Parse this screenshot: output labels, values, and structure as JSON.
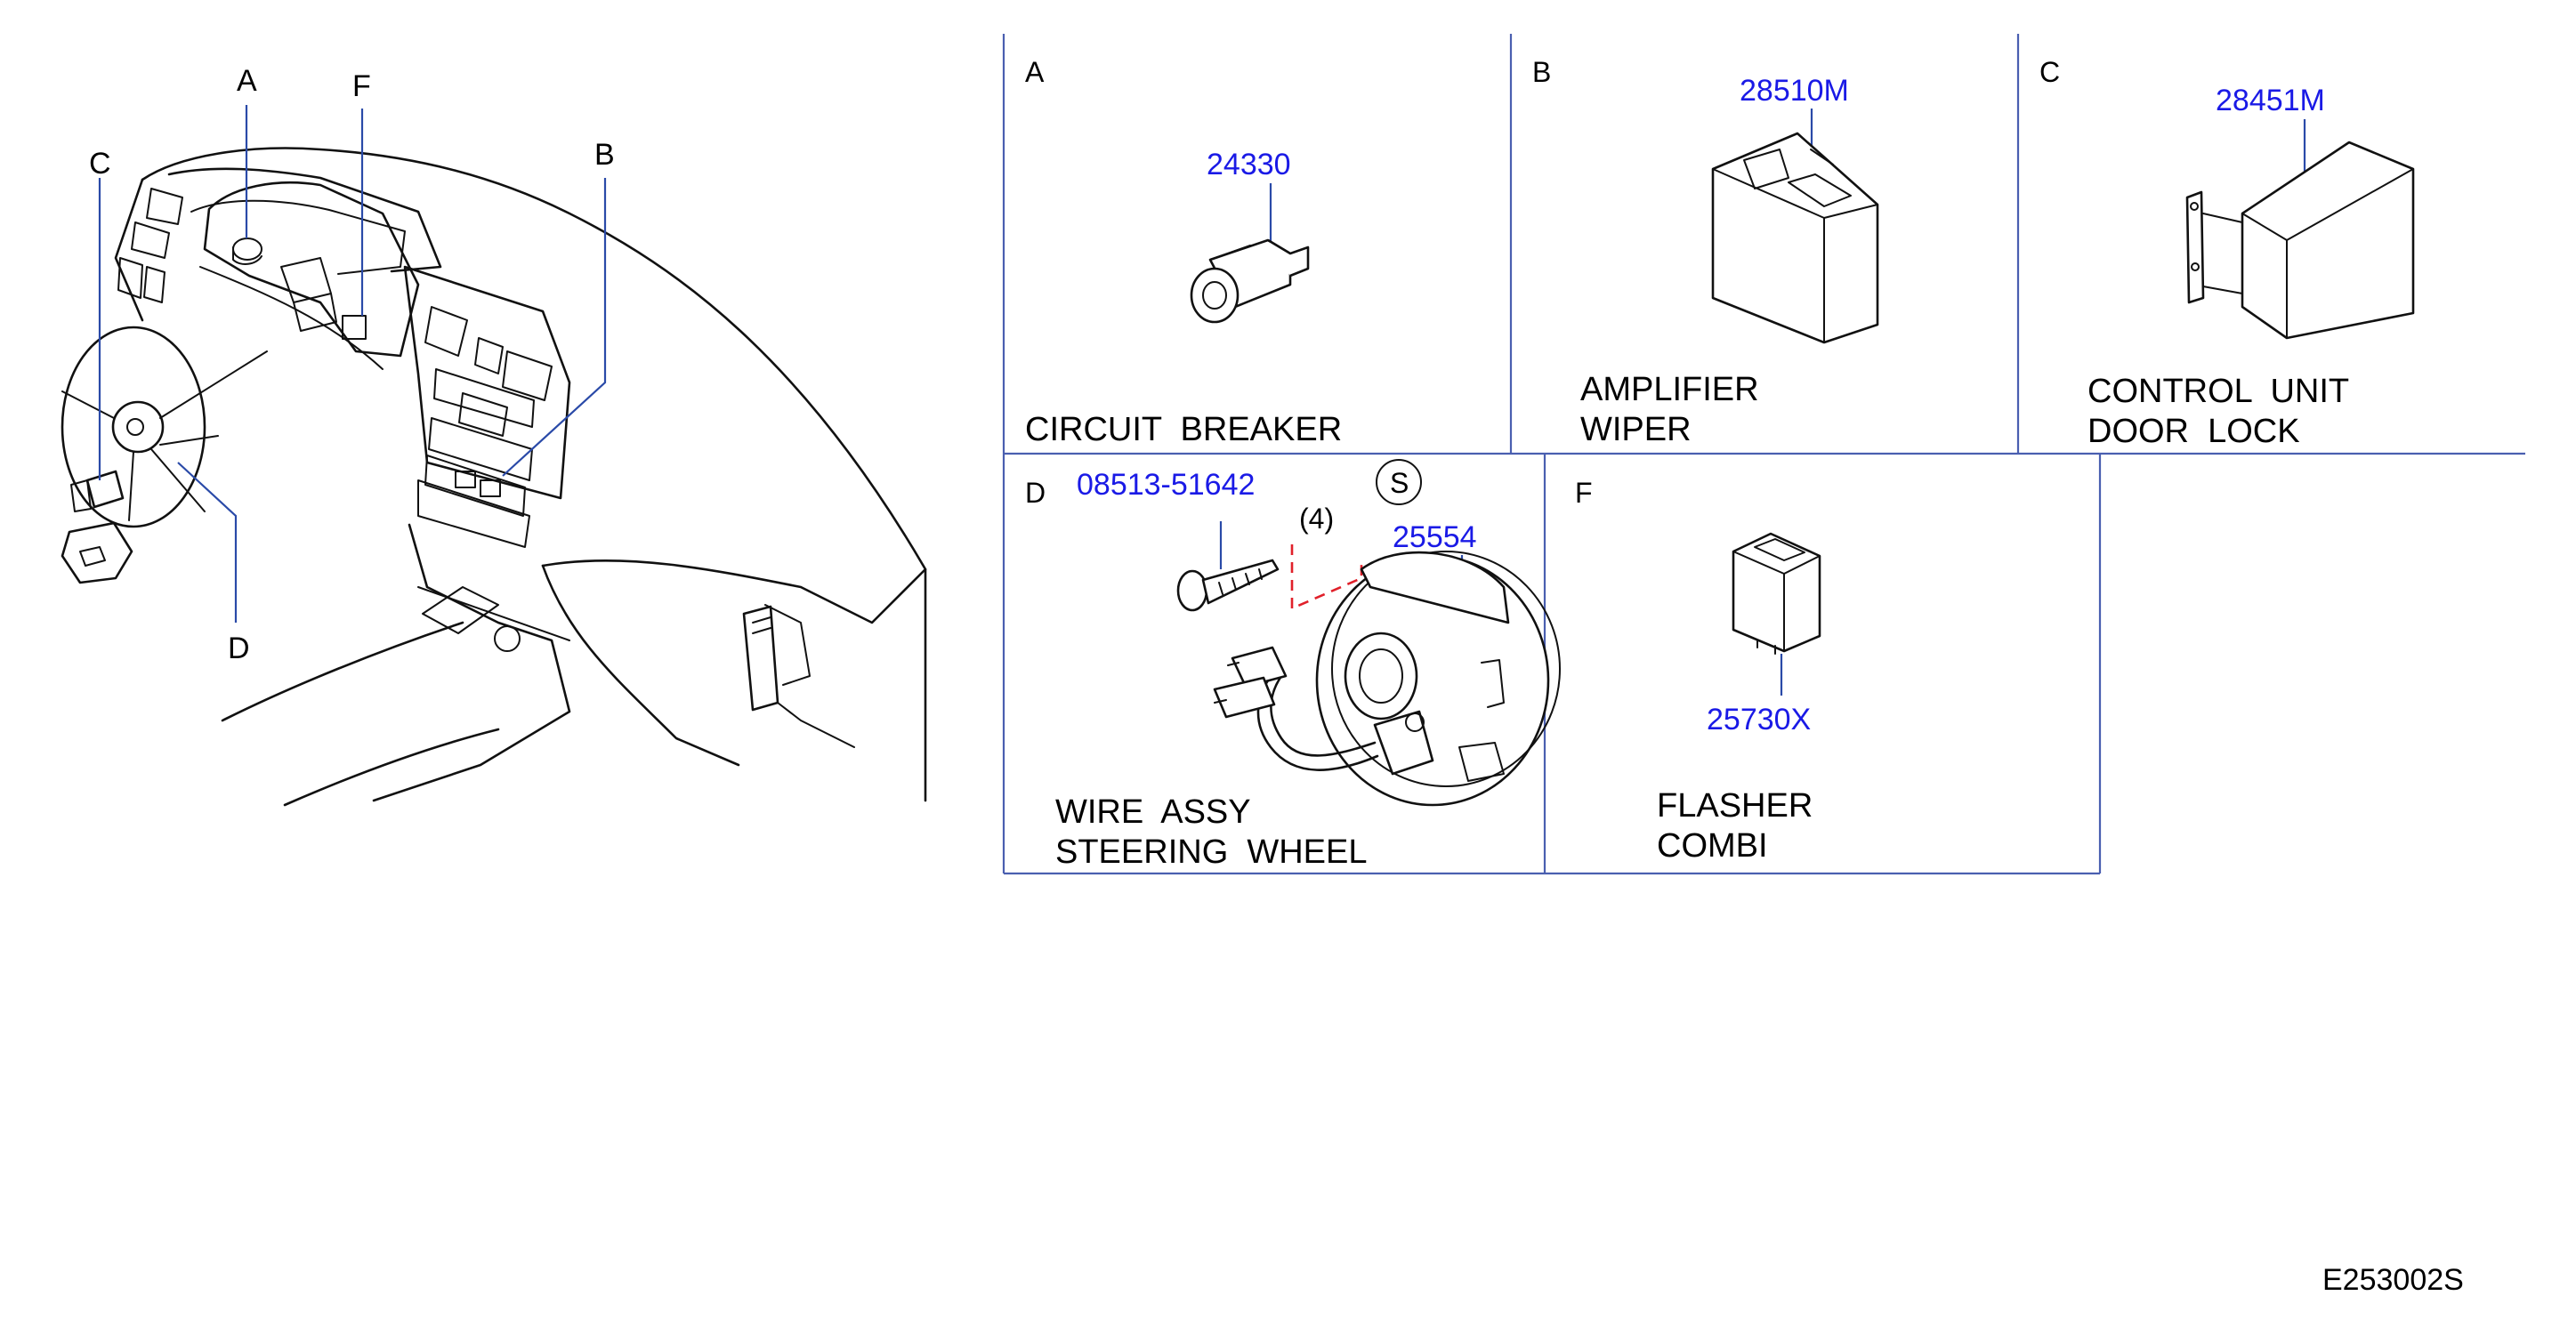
{
  "overview": {
    "callouts": {
      "a": "A",
      "b": "B",
      "c": "C",
      "d": "D",
      "f": "F"
    }
  },
  "panels": {
    "a": {
      "letter": "A",
      "part_number": "24330",
      "name_lines": [
        "CIRCUIT  BREAKER"
      ]
    },
    "b": {
      "letter": "B",
      "part_number": "28510M",
      "name_lines": [
        "AMPLIFIER",
        "WIPER"
      ]
    },
    "c": {
      "letter": "C",
      "part_number": "28451M",
      "name_lines": [
        "CONTROL  UNIT",
        "DOOR  LOCK"
      ]
    },
    "d": {
      "letter": "D",
      "screw_part_number": "08513-51642",
      "quantity": "(4)",
      "service_symbol": "S",
      "part_number": "25554",
      "name_lines": [
        "WIRE  ASSY",
        "STEERING  WHEEL"
      ]
    },
    "f": {
      "letter": "F",
      "part_number": "25730X",
      "name_lines": [
        "FLASHER",
        "COMBI"
      ]
    }
  },
  "figure_code": "E253002S",
  "colors": {
    "part_number": "#1a1ae6",
    "frame": "#4a5fb0",
    "hidden_line": "#e0202a",
    "ink": "#111111"
  }
}
